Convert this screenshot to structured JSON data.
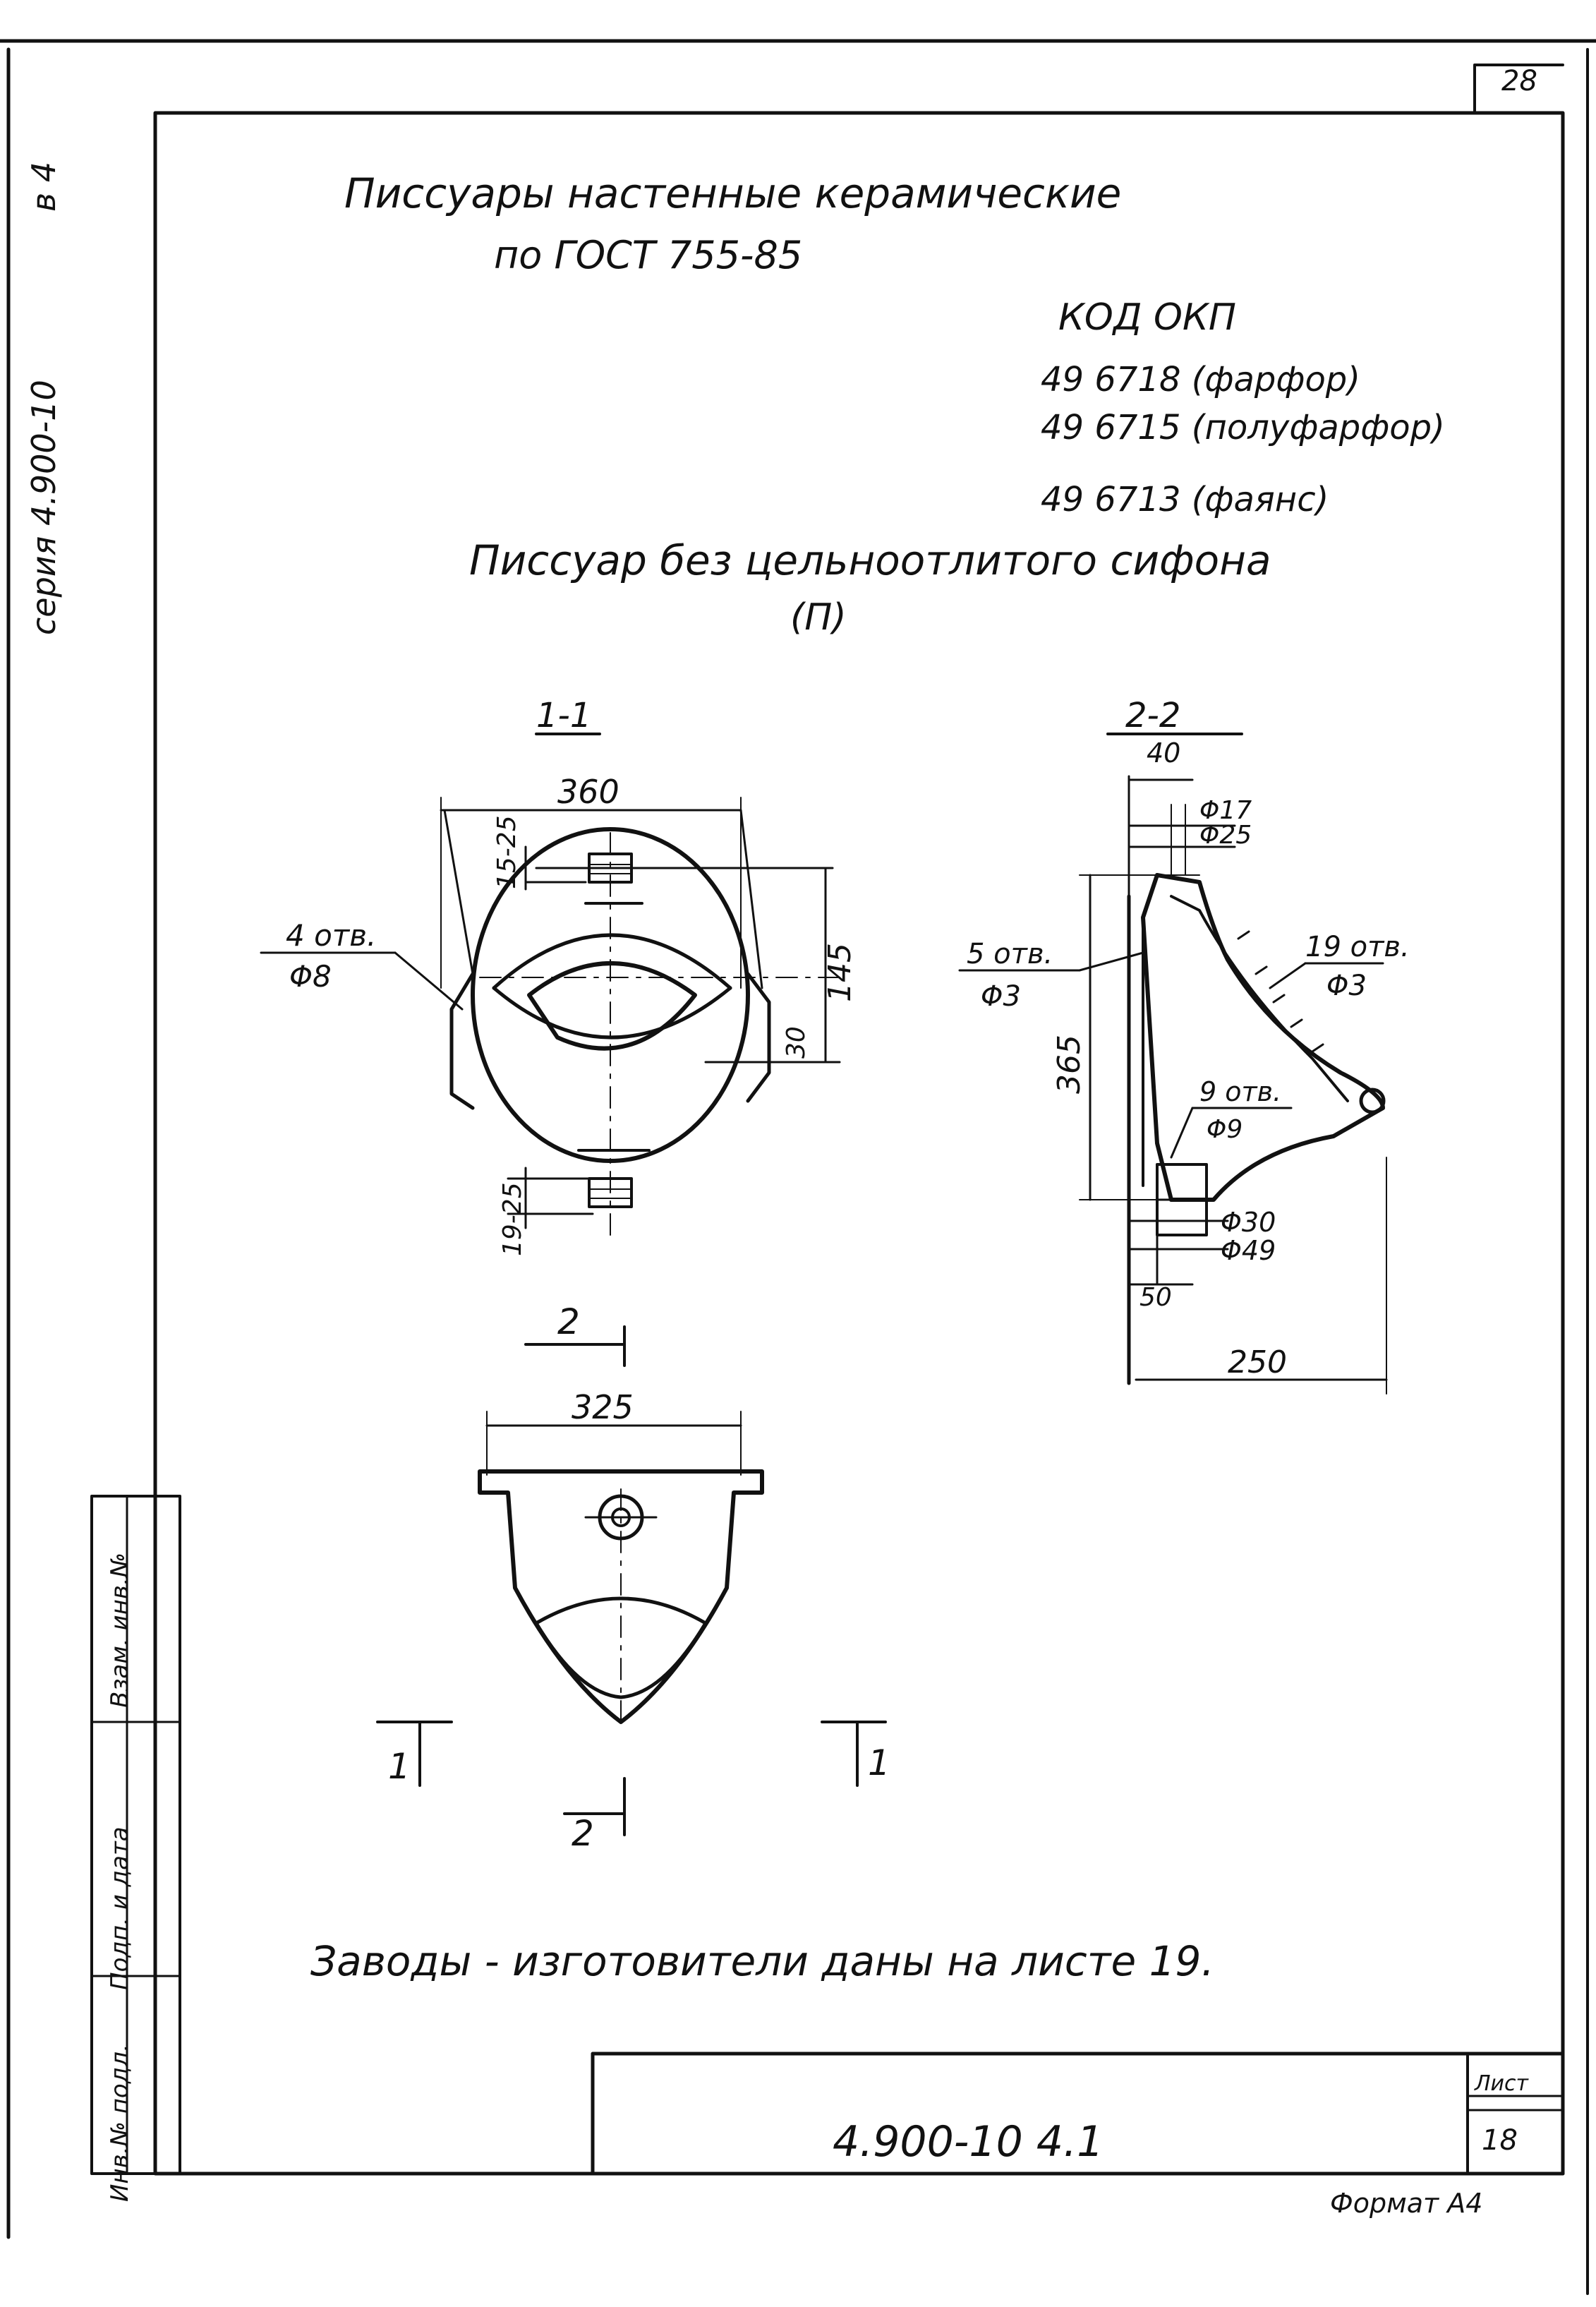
{
  "sheet": {
    "corner_number": "28",
    "series_side": "серия 4.900-10",
    "series_suffix": "в 4",
    "title_line1": "Писсуары настенные керамические",
    "title_line2": "по ГОСТ 755-85",
    "okp_title": "КОД ОКП",
    "okp_codes": [
      "49 6718 (фарфор)",
      "49 6715 (полуфарфор)",
      "49 6713 (фаянс)"
    ],
    "subtitle_line1": "Писсуар без цельноотлитого сифона",
    "subtitle_line2": "(П)",
    "footer_note": "Заводы - изготовители даны на листе 19.",
    "doc_code": "4.900-10 4.1",
    "sheet_label": "Лист",
    "sheet_number": "18",
    "format": "Формат А4"
  },
  "stamp": {
    "cells": [
      "Инв.№ подл.",
      "Подп. и дата",
      "Взам. инв.№"
    ]
  },
  "section_1": {
    "label": "1-1",
    "dim_width": "360",
    "dim_top_pitch": "15-25",
    "dim_bottom_pitch": "19-25",
    "dim_height": "145",
    "dim_side": "30",
    "holes_note": "4 отв.",
    "holes_dia": "Φ8"
  },
  "section_2": {
    "label": "2-2",
    "dim_top_offset": "40",
    "dia_inner": "Φ17",
    "dia_outer": "Φ25",
    "holes5_note": "5 отв.",
    "holes5_dia": "Φ3",
    "holes19_note": "19 отв.",
    "holes19_dia": "Φ3",
    "holes9_note": "9 отв.",
    "holes9_dia": "Φ9",
    "dim_height": "365",
    "dia_drain_inner": "Φ30",
    "dia_drain_outer": "Φ49",
    "dim_base": "50",
    "dim_depth": "250"
  },
  "plan": {
    "dim_width": "325",
    "cut_label_2": "2",
    "cut_label_1": "1"
  }
}
